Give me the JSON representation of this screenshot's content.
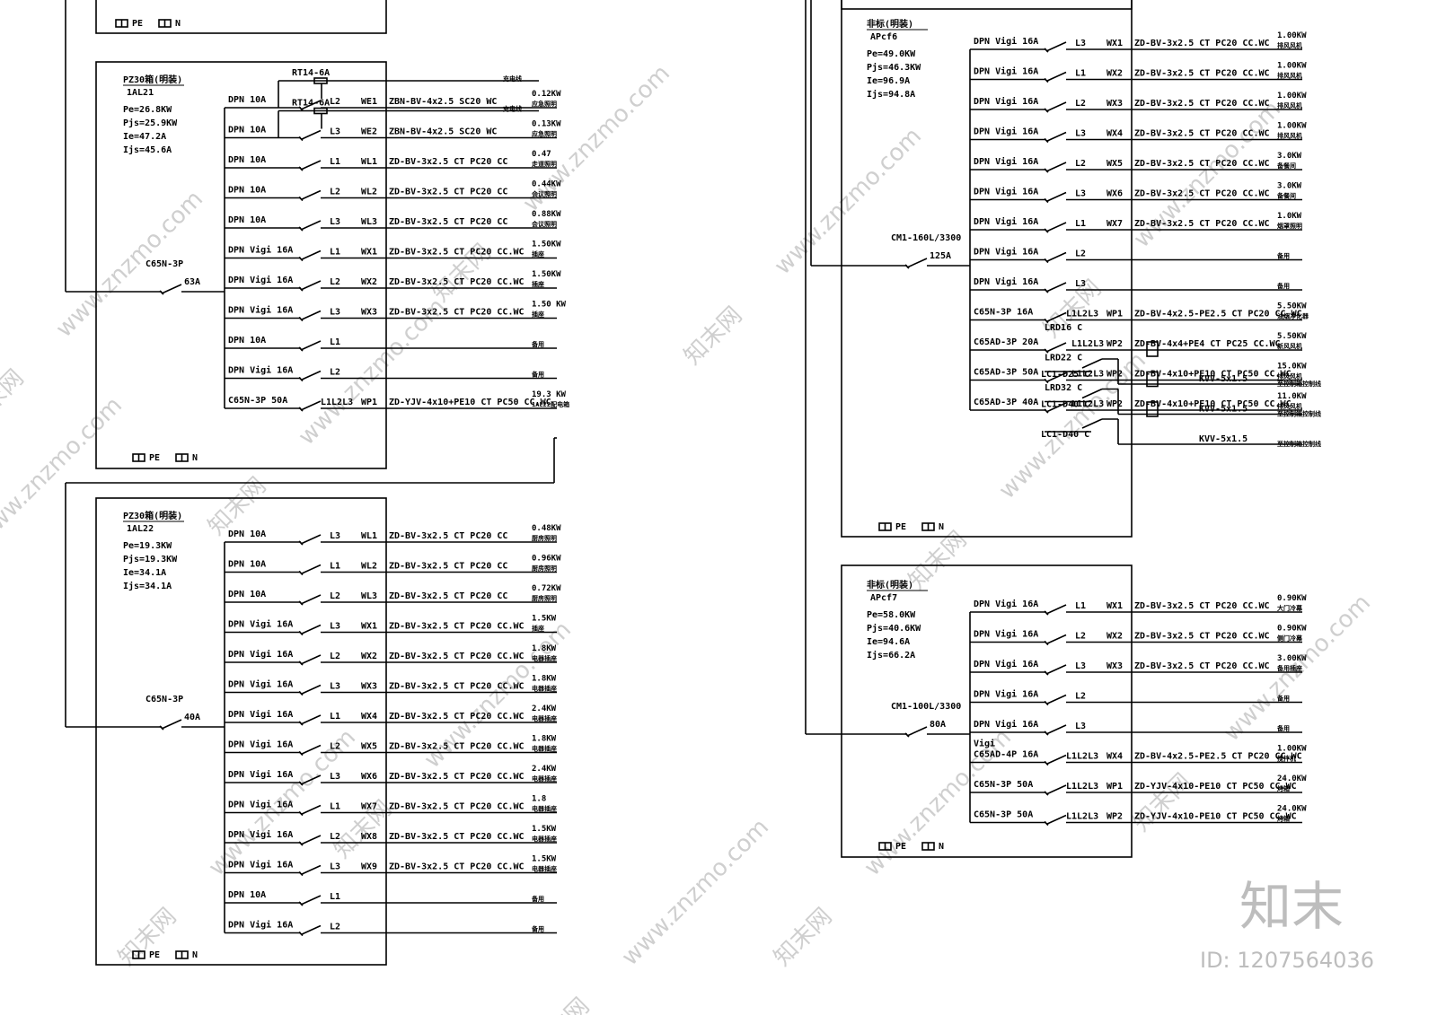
{
  "ground_symbols": {
    "pe": "PE",
    "n": "N"
  },
  "panels": [
    {
      "title": "PZ30箱(明装)",
      "code": "1AL21",
      "params": [
        "Pe=26.8KW",
        "Pjs=25.9KW",
        "Ie=47.2A",
        "Ijs=45.6A"
      ],
      "main_breaker": "C65N-3P",
      "main_rating": "63A",
      "circuits": [
        {
          "breaker": "DPN  10A",
          "phase": "L2",
          "code": "WE1",
          "cable": "ZBN-BV-4x2.5 SC20 WC",
          "load": "0.12KW",
          "desc": "应急照明",
          "fuse": "RT14-6A",
          "fuse_note": "充电线"
        },
        {
          "breaker": "DPN  10A",
          "phase": "L3",
          "code": "WE2",
          "cable": "ZBN-BV-4x2.5 SC20 WC",
          "load": "0.13KW",
          "desc": "应急照明",
          "fuse": "RT14-6A",
          "fuse_note": "充电线"
        },
        {
          "breaker": "DPN  10A",
          "phase": "L1",
          "code": "WL1",
          "cable": "ZD-BV-3x2.5 CT PC20 CC",
          "load": "0.47",
          "desc": "走道照明"
        },
        {
          "breaker": "DPN  10A",
          "phase": "L2",
          "code": "WL2",
          "cable": "ZD-BV-3x2.5 CT PC20 CC",
          "load": "0.44KW",
          "desc": "会议照明"
        },
        {
          "breaker": "DPN  10A",
          "phase": "L3",
          "code": "WL3",
          "cable": "ZD-BV-3x2.5 CT PC20 CC",
          "load": "0.88KW",
          "desc": "会议照明"
        },
        {
          "breaker": "DPN Vigi  16A",
          "phase": "L1",
          "code": "WX1",
          "cable": "ZD-BV-3x2.5 CT PC20 CC.WC",
          "load": "1.50KW",
          "desc": "插座"
        },
        {
          "breaker": "DPN Vigi  16A",
          "phase": "L2",
          "code": "WX2",
          "cable": "ZD-BV-3x2.5 CT PC20 CC.WC",
          "load": "1.50KW",
          "desc": "插座"
        },
        {
          "breaker": "DPN Vigi  16A",
          "phase": "L3",
          "code": "WX3",
          "cable": "ZD-BV-3x2.5 CT PC20 CC.WC",
          "load": "1.50 KW",
          "desc": "插座"
        },
        {
          "breaker": "DPN  10A",
          "phase": "L1",
          "code": "",
          "cable": "",
          "load": "",
          "desc": "备用"
        },
        {
          "breaker": "DPN Vigi  16A",
          "phase": "L2",
          "code": "",
          "cable": "",
          "load": "",
          "desc": "备用"
        },
        {
          "breaker": "C65N-3P 50A",
          "phase": "L1L2L3",
          "code": "WP1",
          "cable": "ZD-YJV-4x10+PE10 CT PC50 CC.WC",
          "load": "19.3 KW",
          "desc": "1AL22配电箱"
        }
      ]
    },
    {
      "title": "PZ30箱(明装)",
      "code": "1AL22",
      "params": [
        "Pe=19.3KW",
        "Pjs=19.3KW",
        "Ie=34.1A",
        "Ijs=34.1A"
      ],
      "main_breaker": "C65N-3P",
      "main_rating": "40A",
      "circuits": [
        {
          "breaker": "DPN  10A",
          "phase": "L3",
          "code": "WL1",
          "cable": "ZD-BV-3x2.5 CT PC20 CC",
          "load": "0.48KW",
          "desc": "厨房照明"
        },
        {
          "breaker": "DPN  10A",
          "phase": "L1",
          "code": "WL2",
          "cable": "ZD-BV-3x2.5 CT PC20 CC",
          "load": "0.96KW",
          "desc": "厨房照明"
        },
        {
          "breaker": "DPN  10A",
          "phase": "L2",
          "code": "WL3",
          "cable": "ZD-BV-3x2.5 CT PC20 CC",
          "load": "0.72KW",
          "desc": "厨房照明"
        },
        {
          "breaker": "DPN Vigi  16A",
          "phase": "L3",
          "code": "WX1",
          "cable": "ZD-BV-3x2.5 CT PC20 CC.WC",
          "load": "1.5KW",
          "desc": "插座"
        },
        {
          "breaker": "DPN Vigi  16A",
          "phase": "L2",
          "code": "WX2",
          "cable": "ZD-BV-3x2.5 CT PC20 CC.WC",
          "load": "1.8KW",
          "desc": "电器插座"
        },
        {
          "breaker": "DPN Vigi  16A",
          "phase": "L3",
          "code": "WX3",
          "cable": "ZD-BV-3x2.5 CT PC20 CC.WC",
          "load": "1.8KW",
          "desc": "电器插座"
        },
        {
          "breaker": "DPN Vigi  16A",
          "phase": "L1",
          "code": "WX4",
          "cable": "ZD-BV-3x2.5 CT PC20 CC.WC",
          "load": "2.4KW",
          "desc": "电器插座"
        },
        {
          "breaker": "DPN Vigi  16A",
          "phase": "L2",
          "code": "WX5",
          "cable": "ZD-BV-3x2.5 CT PC20 CC.WC",
          "load": "1.8KW",
          "desc": "电器插座"
        },
        {
          "breaker": "DPN Vigi  16A",
          "phase": "L3",
          "code": "WX6",
          "cable": "ZD-BV-3x2.5 CT PC20 CC.WC",
          "load": "2.4KW",
          "desc": "电器插座"
        },
        {
          "breaker": "DPN Vigi  16A",
          "phase": "L1",
          "code": "WX7",
          "cable": "ZD-BV-3x2.5 CT PC20 CC.WC",
          "load": "1.8",
          "desc": "电器插座"
        },
        {
          "breaker": "DPN Vigi  16A",
          "phase": "L2",
          "code": "WX8",
          "cable": "ZD-BV-3x2.5 CT PC20 CC.WC",
          "load": "1.5KW",
          "desc": "电器插座"
        },
        {
          "breaker": "DPN Vigi  16A",
          "phase": "L3",
          "code": "WX9",
          "cable": "ZD-BV-3x2.5 CT PC20 CC.WC",
          "load": "1.5KW",
          "desc": "电器插座"
        },
        {
          "breaker": "DPN  10A",
          "phase": "L1",
          "code": "",
          "cable": "",
          "load": "",
          "desc": "备用"
        },
        {
          "breaker": "DPN Vigi  16A",
          "phase": "L2",
          "code": "",
          "cable": "",
          "load": "",
          "desc": "备用"
        }
      ]
    },
    {
      "title": "非标(明装)",
      "code": "APcf6",
      "params": [
        "Pe=49.0KW",
        "Pjs=46.3KW",
        "Ie=96.9A",
        "Ijs=94.8A"
      ],
      "main_breaker": "CM1-160L/3300",
      "main_rating": "125A",
      "circuits": [
        {
          "breaker": "DPN Vigi  16A",
          "phase": "L3",
          "code": "WX1",
          "cable": "ZD-BV-3x2.5 CT PC20 CC.WC",
          "load": "1.00KW",
          "desc": "排风风机"
        },
        {
          "breaker": "DPN Vigi  16A",
          "phase": "L1",
          "code": "WX2",
          "cable": "ZD-BV-3x2.5 CT PC20 CC.WC",
          "load": "1.00KW",
          "desc": "排风风机"
        },
        {
          "breaker": "DPN Vigi  16A",
          "phase": "L2",
          "code": "WX3",
          "cable": "ZD-BV-3x2.5 CT PC20 CC.WC",
          "load": "1.00KW",
          "desc": "排风风机"
        },
        {
          "breaker": "DPN Vigi  16A",
          "phase": "L3",
          "code": "WX4",
          "cable": "ZD-BV-3x2.5 CT PC20 CC.WC",
          "load": "1.00KW",
          "desc": "排风风机"
        },
        {
          "breaker": "DPN Vigi  16A",
          "phase": "L2",
          "code": "WX5",
          "cable": "ZD-BV-3x2.5 CT PC20 CC.WC",
          "load": "3.0KW",
          "desc": "备餐间"
        },
        {
          "breaker": "DPN Vigi  16A",
          "phase": "L3",
          "code": "WX6",
          "cable": "ZD-BV-3x2.5 CT PC20 CC.WC",
          "load": "3.0KW",
          "desc": "备餐间"
        },
        {
          "breaker": "DPN Vigi  16A",
          "phase": "L1",
          "code": "WX7",
          "cable": "ZD-BV-3x2.5 CT PC20 CC.WC",
          "load": "1.0KW",
          "desc": "烟罩照明"
        },
        {
          "breaker": "DPN Vigi  16A",
          "phase": "L2",
          "code": "",
          "cable": "",
          "load": "",
          "desc": "备用"
        },
        {
          "breaker": "DPN Vigi  16A",
          "phase": "L3",
          "code": "",
          "cable": "",
          "load": "",
          "desc": "备用"
        },
        {
          "breaker": "C65N-3P  16A",
          "phase": "L1L2L3",
          "code": "WP1",
          "cable": "ZD-BV-4x2.5-PE2.5 CT PC20 CC.WC",
          "load": "5.50KW",
          "desc": "油烟净化器"
        },
        {
          "breaker": "C65AD-3P  20A",
          "phase": "L1L2L3",
          "code": "WP2",
          "cable": "ZD-BV-4x4+PE4 CT PC25 CC.WC",
          "load": "5.50KW",
          "desc": "新风风机",
          "relay": "LRD16  C",
          "contactor": "LC1-D25  C",
          "control_cable": "KVV-5x1.5",
          "control_desc": "至控制箱控制线"
        },
        {
          "breaker": "C65AD-3P  50A",
          "phase": "L1L2L3",
          "code": "WP2",
          "cable": "ZD-BV-4x10+PE10 CT PC50 CC.WC",
          "load": "15.0KW",
          "desc": "排风风机",
          "relay": "LRD22  C",
          "contactor": "LC1-D40  C",
          "control_cable": "KVV-5x1.5",
          "control_desc": "至控制箱控制线"
        },
        {
          "breaker": "C65AD-3P  40A",
          "phase": "L1L2L3",
          "code": "WP2",
          "cable": "ZD-BV-4x10+PE10 CT PC50 CC.WC",
          "load": "11.0KW",
          "desc": "排风风机",
          "relay": "LRD32  C",
          "contactor": "LC1-D40  C",
          "control_cable": "KVV-5x1.5",
          "control_desc": "至控制箱控制线"
        }
      ]
    },
    {
      "title": "非标(明装)",
      "code": "APcf7",
      "params": [
        "Pe=58.0KW",
        "Pjs=40.6KW",
        "Ie=94.6A",
        "Ijs=66.2A"
      ],
      "main_breaker": "CM1-100L/3300",
      "main_rating": "80A",
      "circuits": [
        {
          "breaker": "DPN Vigi  16A",
          "phase": "L1",
          "code": "WX1",
          "cable": "ZD-BV-3x2.5 CT PC20 CC.WC",
          "load": "0.90KW",
          "desc": "大门冷幕"
        },
        {
          "breaker": "DPN Vigi  16A",
          "phase": "L2",
          "code": "WX2",
          "cable": "ZD-BV-3x2.5 CT PC20 CC.WC",
          "load": "0.90KW",
          "desc": "侧门冷幕"
        },
        {
          "breaker": "DPN Vigi  16A",
          "phase": "L3",
          "code": "WX3",
          "cable": "ZD-BV-3x2.5 CT PC20 CC.WC",
          "load": "3.00KW",
          "desc": "备用插座"
        },
        {
          "breaker": "DPN Vigi  16A",
          "phase": "L2",
          "code": "",
          "cable": "",
          "load": "",
          "desc": "备用"
        },
        {
          "breaker": "DPN Vigi  16A",
          "phase": "L3",
          "code": "",
          "cable": "",
          "load": "",
          "desc": "备用"
        },
        {
          "breaker": "C65AD-4P  16A",
          "breaker_prefix": "Vigi",
          "phase": "L1L2L3",
          "code": "WX4",
          "cable": "ZD-BV-4x2.5-PE2.5 CT PC20 CC.WC",
          "load": "1.00KW",
          "desc": "搅拌机"
        },
        {
          "breaker": "C65N-3P  50A",
          "phase": "L1L2L3",
          "code": "WP1",
          "cable": "ZD-YJV-4x10-PE10 CT PC50 CC.WC",
          "load": "24.0KW",
          "desc": "烤箱"
        },
        {
          "breaker": "C65N-3P  50A",
          "phase": "L1L2L3",
          "code": "WP2",
          "cable": "ZD-YJV-4x10-PE10 CT PC50 CC.WC",
          "load": "24.0KW",
          "desc": "烤箱"
        }
      ]
    }
  ],
  "watermark": {
    "text": "www.znzmo.com",
    "cn": "知末网"
  },
  "brand": {
    "logo": "知末",
    "id": "ID: 1207564036"
  }
}
